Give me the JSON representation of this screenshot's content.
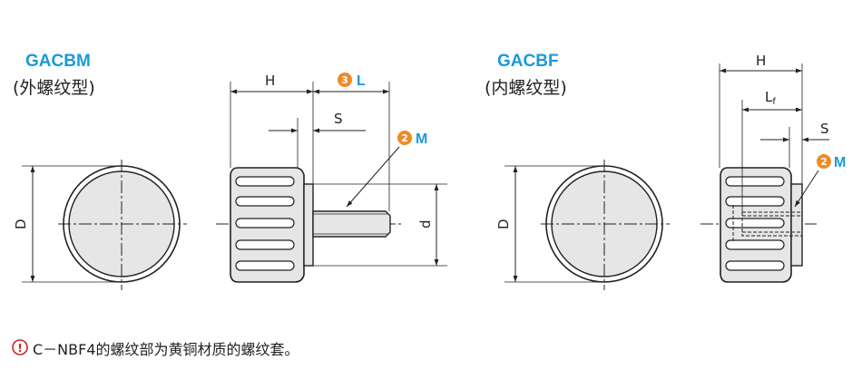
{
  "left": {
    "model": "GACBM",
    "subtitle": "(外螺纹型)",
    "dims": {
      "H": "H",
      "S": "S",
      "D": "D",
      "d": "d"
    },
    "callout_L": {
      "num": "3",
      "label": "L"
    },
    "callout_M": {
      "num": "2",
      "label": "M"
    }
  },
  "right": {
    "model": "GACBF",
    "subtitle": "(内螺纹型)",
    "dims": {
      "H": "H",
      "Lf": "Lf",
      "Lf_main": "L",
      "Lf_sub": "f",
      "S": "S",
      "D": "D"
    },
    "callout_M": {
      "num": "2",
      "label": "M"
    }
  },
  "note": {
    "icon": "!",
    "text": "C－NBF4的螺纹部为黄铜材质的螺纹套。"
  },
  "colors": {
    "accent_blue": "#1a9ad7",
    "callout_orange": "#f08a24",
    "warning_red": "#d0202a",
    "line": "#222222",
    "fill": "#e6e6e6"
  }
}
